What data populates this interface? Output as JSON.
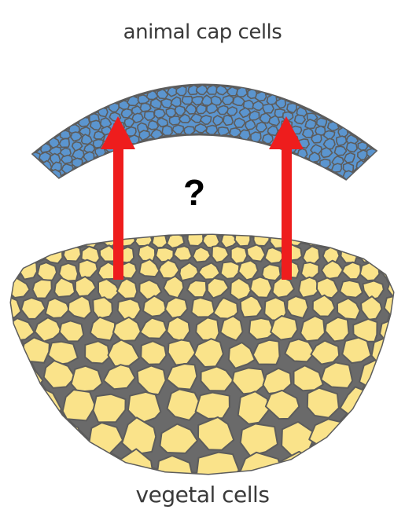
{
  "labels": {
    "top": "animal cap cells",
    "bottom": "vegetal cells",
    "question": "?"
  },
  "colors": {
    "animal_cap_fill": "#5b95cf",
    "vegetal_fill": "#fae38a",
    "cell_border": "#5c5c5c",
    "arrow": "#ee1d1d"
  },
  "arrows": {
    "count": 2,
    "direction": "up"
  }
}
